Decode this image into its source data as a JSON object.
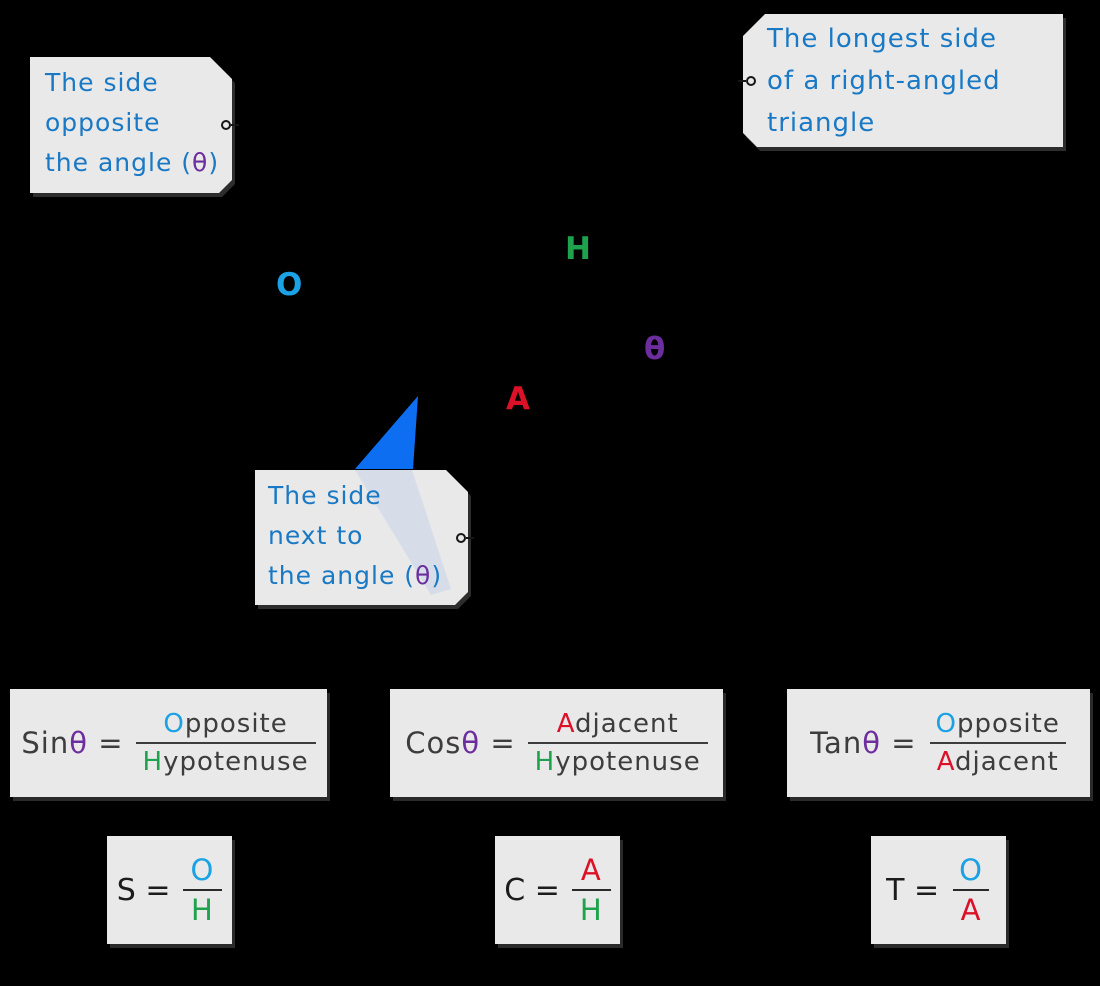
{
  "colors": {
    "background": "#000000",
    "panel": "#e9e9e9",
    "callout-text": "#1a79c5",
    "opp": "#1aa2e4",
    "hyp": "#1ea24d",
    "adj": "#dc1128",
    "theta": "#6c2e9e",
    "pointer": "#0d6ef2",
    "formula-text": "#3d3d3d"
  },
  "callouts": {
    "opposite": {
      "line1": "The side",
      "line2": "opposite",
      "line3_pre": "the angle (",
      "line3_theta": "θ",
      "line3_post": ")"
    },
    "hypotenuse": {
      "line1": "The longest side",
      "line2": "of a right-angled",
      "line3": "triangle"
    },
    "adjacent": {
      "line1": "The side",
      "line2": "next to",
      "line3_pre": "the angle (",
      "line3_theta": "θ",
      "line3_post": ")"
    }
  },
  "triangle": {
    "opposite_label": "O",
    "hypotenuse_label": "H",
    "adjacent_label": "A",
    "angle_label": "θ"
  },
  "formulas": [
    {
      "name": "Sin",
      "theta": "θ",
      "equals": "=",
      "num_init": "O",
      "num_rest": "pposite",
      "den_init": "H",
      "den_rest": "ypotenuse"
    },
    {
      "name": "Cos",
      "theta": "θ",
      "equals": "=",
      "num_init": "A",
      "num_rest": "djacent",
      "den_init": "H",
      "den_rest": "ypotenuse"
    },
    {
      "name": "Tan",
      "theta": "θ",
      "equals": "=",
      "num_init": "O",
      "num_rest": "pposite",
      "den_init": "A",
      "den_rest": "djacent"
    }
  ],
  "abbreviations": [
    {
      "letter": "S",
      "equals": "=",
      "num": "O",
      "den": "H"
    },
    {
      "letter": "C",
      "equals": "=",
      "num": "A",
      "den": "H"
    },
    {
      "letter": "T",
      "equals": "=",
      "num": "O",
      "den": "A"
    }
  ]
}
